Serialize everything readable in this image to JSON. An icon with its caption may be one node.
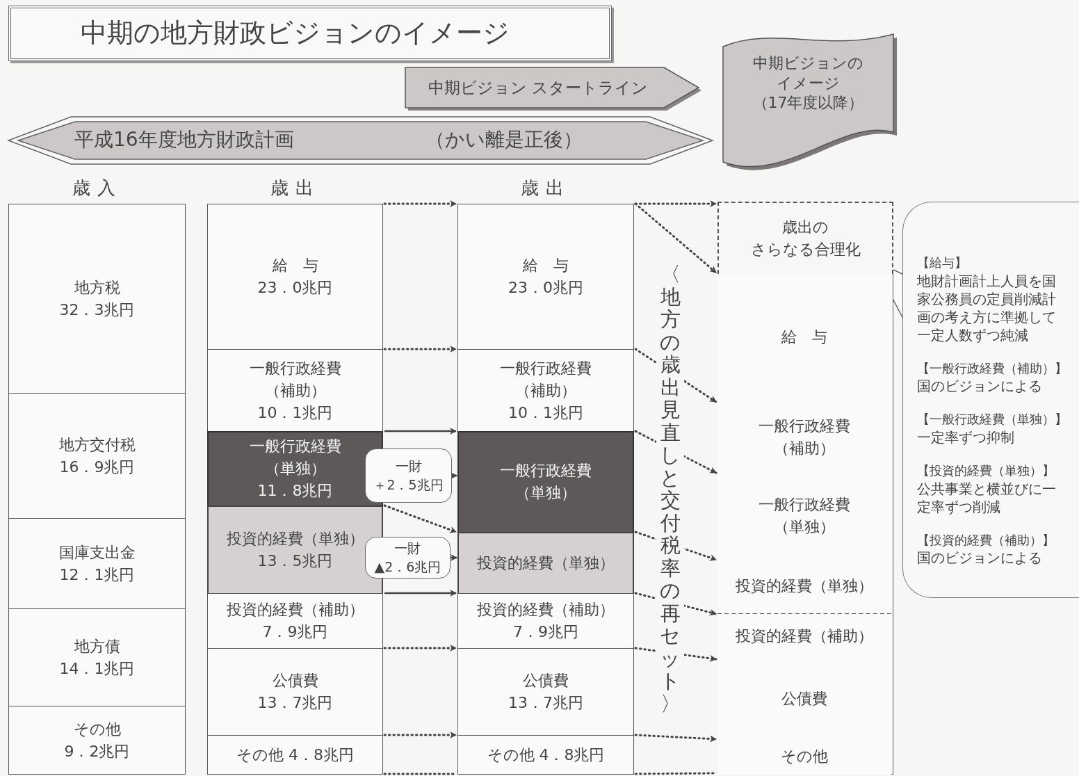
{
  "diagram": {
    "title": "中期の地方財政ビジョンのイメージ",
    "nodes": [
      {
        "text": [
          "中期ビジョン スタートライン"
        ]
      },
      {
        "text": [
          "中期ビジョンのイメージ（17年度以降）"
        ]
      },
      {
        "text": [
          "平成16年度地方財政計画",
          "（かい離是正後）"
        ]
      },
      {
        "text": [
          "歳入"
        ]
      },
      {
        "text": [
          "地方税32．3兆円"
        ],
        "in": 3
      },
      {
        "text": [
          "地方交付税16．9兆円"
        ],
        "in": 3
      },
      {
        "text": [
          "国庫支出金12．1兆円"
        ],
        "in": 3
      },
      {
        "text": [
          "地方債14．1兆円"
        ],
        "in": 3
      },
      {
        "text": [
          "その他9．2兆円"
        ],
        "in": 3
      },
      {
        "text": [
          "歳出"
        ]
      },
      {
        "text": [
          "給　与23．0兆円"
        ],
        "in": 9
      },
      {
        "text": [
          "一般行政経費（補助）10．1兆円"
        ],
        "in": 9
      },
      {
        "text": [
          "一般行政経費（単独）11．8兆円"
        ],
        "in": 9
      },
      {
        "text": [
          "投資的経費（単独）13．5兆円"
        ],
        "in": 9
      },
      {
        "text": [
          "投資的経費（補助）7．9兆円"
        ],
        "in": 9
      },
      {
        "text": [
          "公債費13．7兆円"
        ],
        "in": 9
      },
      {
        "text": [
          "その他 4．8兆円"
        ],
        "in": 9
      },
      {
        "text": [
          "歳出"
        ]
      },
      {
        "text": [
          "給　与23．0兆円"
        ],
        "in": 17
      },
      {
        "text": [
          "一般行政経費（補助）10．1兆円"
        ],
        "in": 17
      },
      {
        "text": [
          "一般行政経費（単独）"
        ],
        "in": 17
      },
      {
        "text": [
          "投資的経費（単独）"
        ],
        "in": 17
      },
      {
        "text": [
          "投資的経費（補助）7．9兆円"
        ],
        "in": 17
      },
      {
        "text": [
          "公債費13．7兆円"
        ],
        "in": 17
      },
      {
        "text": [
          "その他 4．8兆円"
        ],
        "in": 17
      },
      {
        "text": [],
        "shape": "box"
      },
      {
        "text": [
          "歳出のさらなる合理化"
        ]
      },
      {
        "text": [
          "給　与"
        ],
        "in": 25
      },
      {
        "text": [
          "一般行政経費（補助）"
        ],
        "in": 25
      },
      {
        "text": [
          "一般行政経費（単独）"
        ],
        "in": 25
      },
      {
        "text": [
          "投資的経費（単独）"
        ],
        "in": 25
      },
      {
        "text": [
          "投資的経費（補助）"
        ],
        "in": 25
      },
      {
        "text": [
          "公債費"
        ],
        "in": 25
      },
      {
        "text": [
          "その他"
        ],
        "in": 25
      },
      {
        "text": [
          "一財＋2．5兆円"
        ]
      },
      {
        "text": [
          "一財▲2．6兆円"
        ]
      },
      {
        "text": [
          "【給与】",
          "地財計画計上人員を国家公務員の定員削減計画の考え方に準拠して一定人数ずつ純減",
          "【一般行政経費（補助）】",
          "国のビジョンによる",
          "【一般行政経費（単独）】",
          "一定率ずつ抑制",
          "【投資的経費（単独）】",
          "公共事業と横並びに一定率ずつ削減",
          "【投資的経費（補助）】",
          "国のビジョンによる"
        ]
      }
    ],
    "edges": [
      {
        "from": 10,
        "to": 18,
        "arrow": "to",
        "style": "dashed"
      },
      {
        "from": 11,
        "to": 19,
        "arrow": "to",
        "style": "dashed"
      },
      {
        "from": 12,
        "to": 20,
        "arrow": "to"
      },
      {
        "from": 13,
        "to": 21,
        "arrow": "to",
        "style": "dashed"
      },
      {
        "from": 14,
        "to": 22,
        "arrow": "to"
      },
      {
        "from": 15,
        "to": 23,
        "arrow": "to",
        "style": "dashed"
      },
      {
        "from": 16,
        "to": 24,
        "arrow": "to",
        "style": "dashed"
      },
      {
        "from": 9,
        "to": 17,
        "arrow": "none",
        "style": "dashed"
      },
      {
        "from": 18,
        "to": 26,
        "arrow": "to",
        "style": "dashed"
      },
      {
        "from": 18,
        "to": 27,
        "arrow": "to",
        "style": "dashed"
      },
      {
        "from": 19,
        "to": 28,
        "arrow": "to",
        "style": "dashed"
      },
      {
        "from": 20,
        "to": 29,
        "arrow": "to",
        "style": "dashed"
      },
      {
        "from": 21,
        "to": 30,
        "arrow": "to",
        "style": "dashed"
      },
      {
        "from": 22,
        "to": 31,
        "arrow": "to",
        "style": "dashed"
      },
      {
        "from": 23,
        "to": 32,
        "arrow": "to",
        "style": "dashed"
      },
      {
        "from": 24,
        "to": 33,
        "arrow": "to",
        "style": "dashed"
      },
      {
        "from": 17,
        "to": 25,
        "arrow": "none",
        "style": "dashed"
      },
      {
        "from": 34,
        "to": 20,
        "arrow": "to"
      },
      {
        "from": 35,
        "to": 21,
        "arrow": "to"
      },
      {
        "from": 36,
        "to": 26,
        "arrow": "none"
      }
    ],
    "labels": [
      "〈地方の歳出見直しと交付税率の再セット〉"
    ]
  }
}
